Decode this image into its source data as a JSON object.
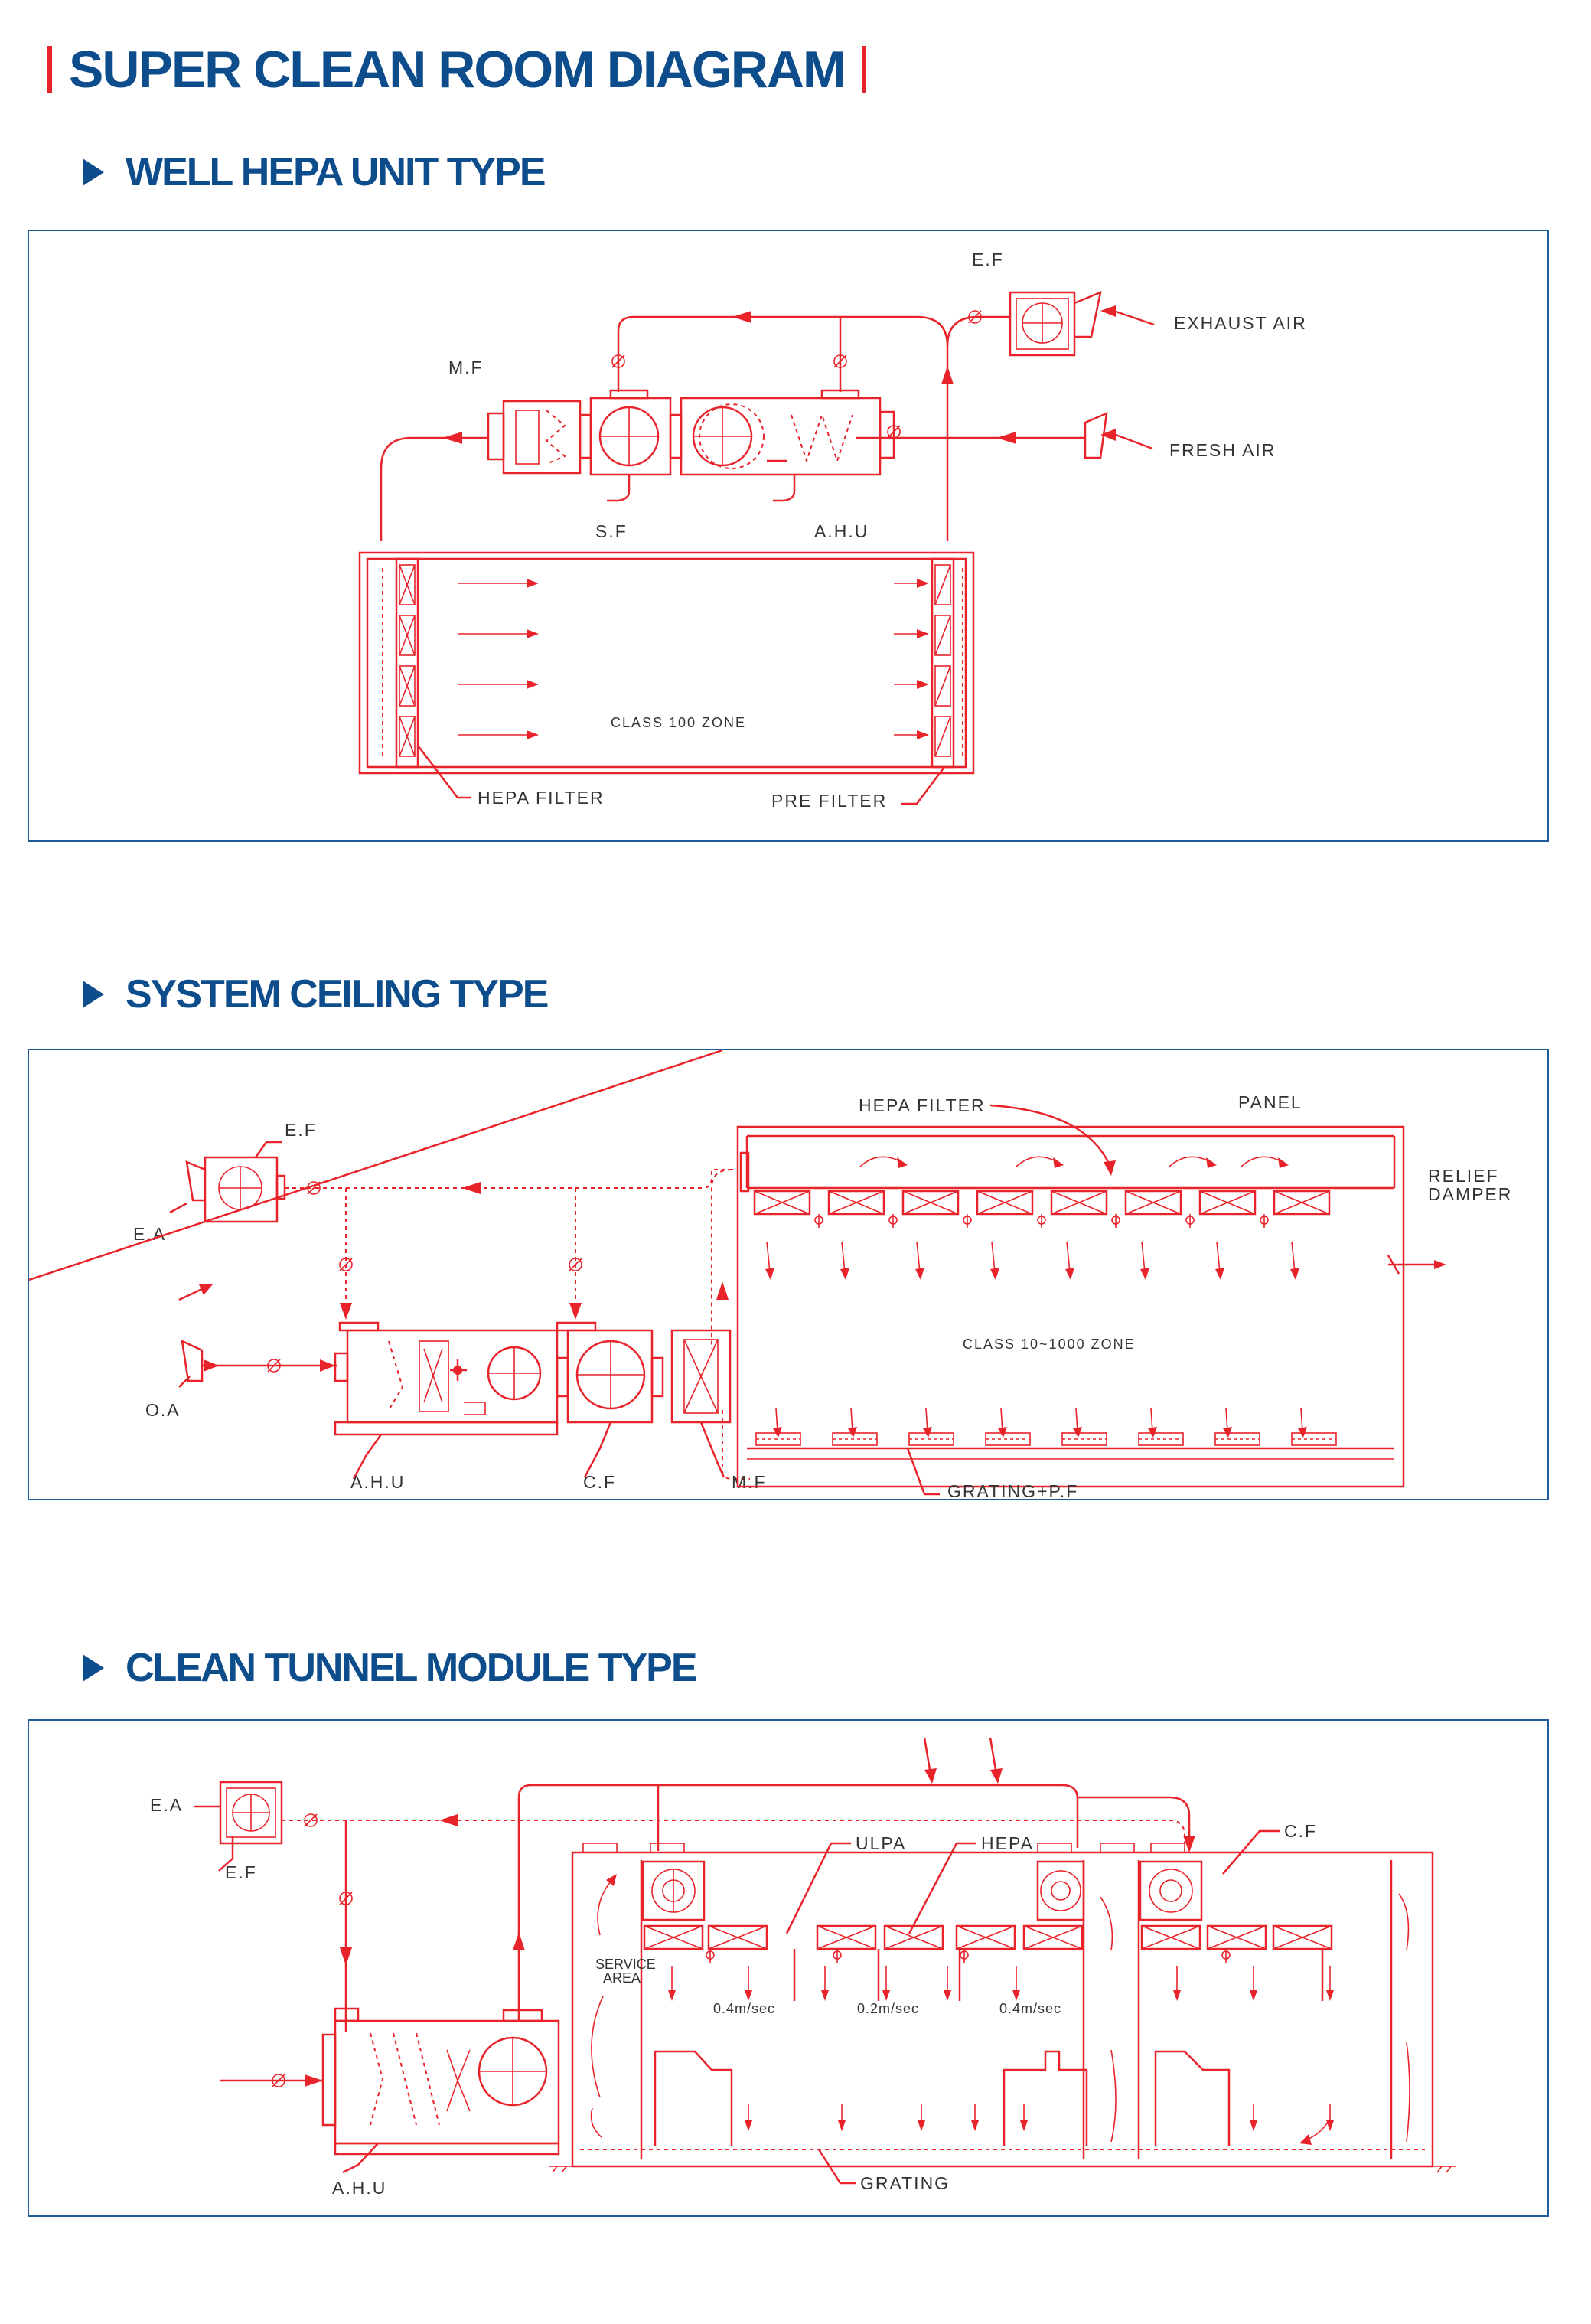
{
  "page_title": "SUPER CLEAN ROOM DIAGRAM",
  "colors": {
    "accent_red": "#e8232a",
    "heading_blue": "#0e4d8c",
    "border_blue": "#1f5c97"
  },
  "icons": {
    "section_marker": "triangle-right-icon",
    "title_marker": "vertical-bar-icon"
  },
  "sections": [
    {
      "title": "WELL HEPA UNIT TYPE",
      "labels": {
        "ef": "E.F",
        "mf": "M.F",
        "exhaust": "EXHAUST  AIR",
        "fresh": "FRESH  AIR",
        "sf": "S.F",
        "ahu": "A.H.U",
        "zone": "CLASS  100  ZONE",
        "hepa": "HEPA  FILTER",
        "pre": "PRE  FILTER"
      }
    },
    {
      "title": "SYSTEM CEILING TYPE",
      "labels": {
        "hepa": "HEPA  FILTER",
        "panel": "PANEL",
        "relief1": "RELIEF",
        "relief2": "DAMPER",
        "ef": "E.F",
        "ea": "E.A",
        "oa": "O.A",
        "zone": "CLASS  10~1000  ZONE",
        "ahu": "A.H.U",
        "cf": "C.F",
        "mf": "M.F",
        "grating": "GRATING+P.F"
      }
    },
    {
      "title": "CLEAN TUNNEL MODULE TYPE",
      "labels": {
        "ea": "E.A",
        "ef": "E.F",
        "ulpa": "ULPA",
        "hepa": "HEPA",
        "cf": "C.F",
        "service1": "SERVICE",
        "service2": "AREA",
        "v1": "0.4m/sec",
        "v2": "0.2m/sec",
        "v3": "0.4m/sec",
        "ahu": "A.H.U",
        "grating": "GRATING"
      }
    }
  ]
}
